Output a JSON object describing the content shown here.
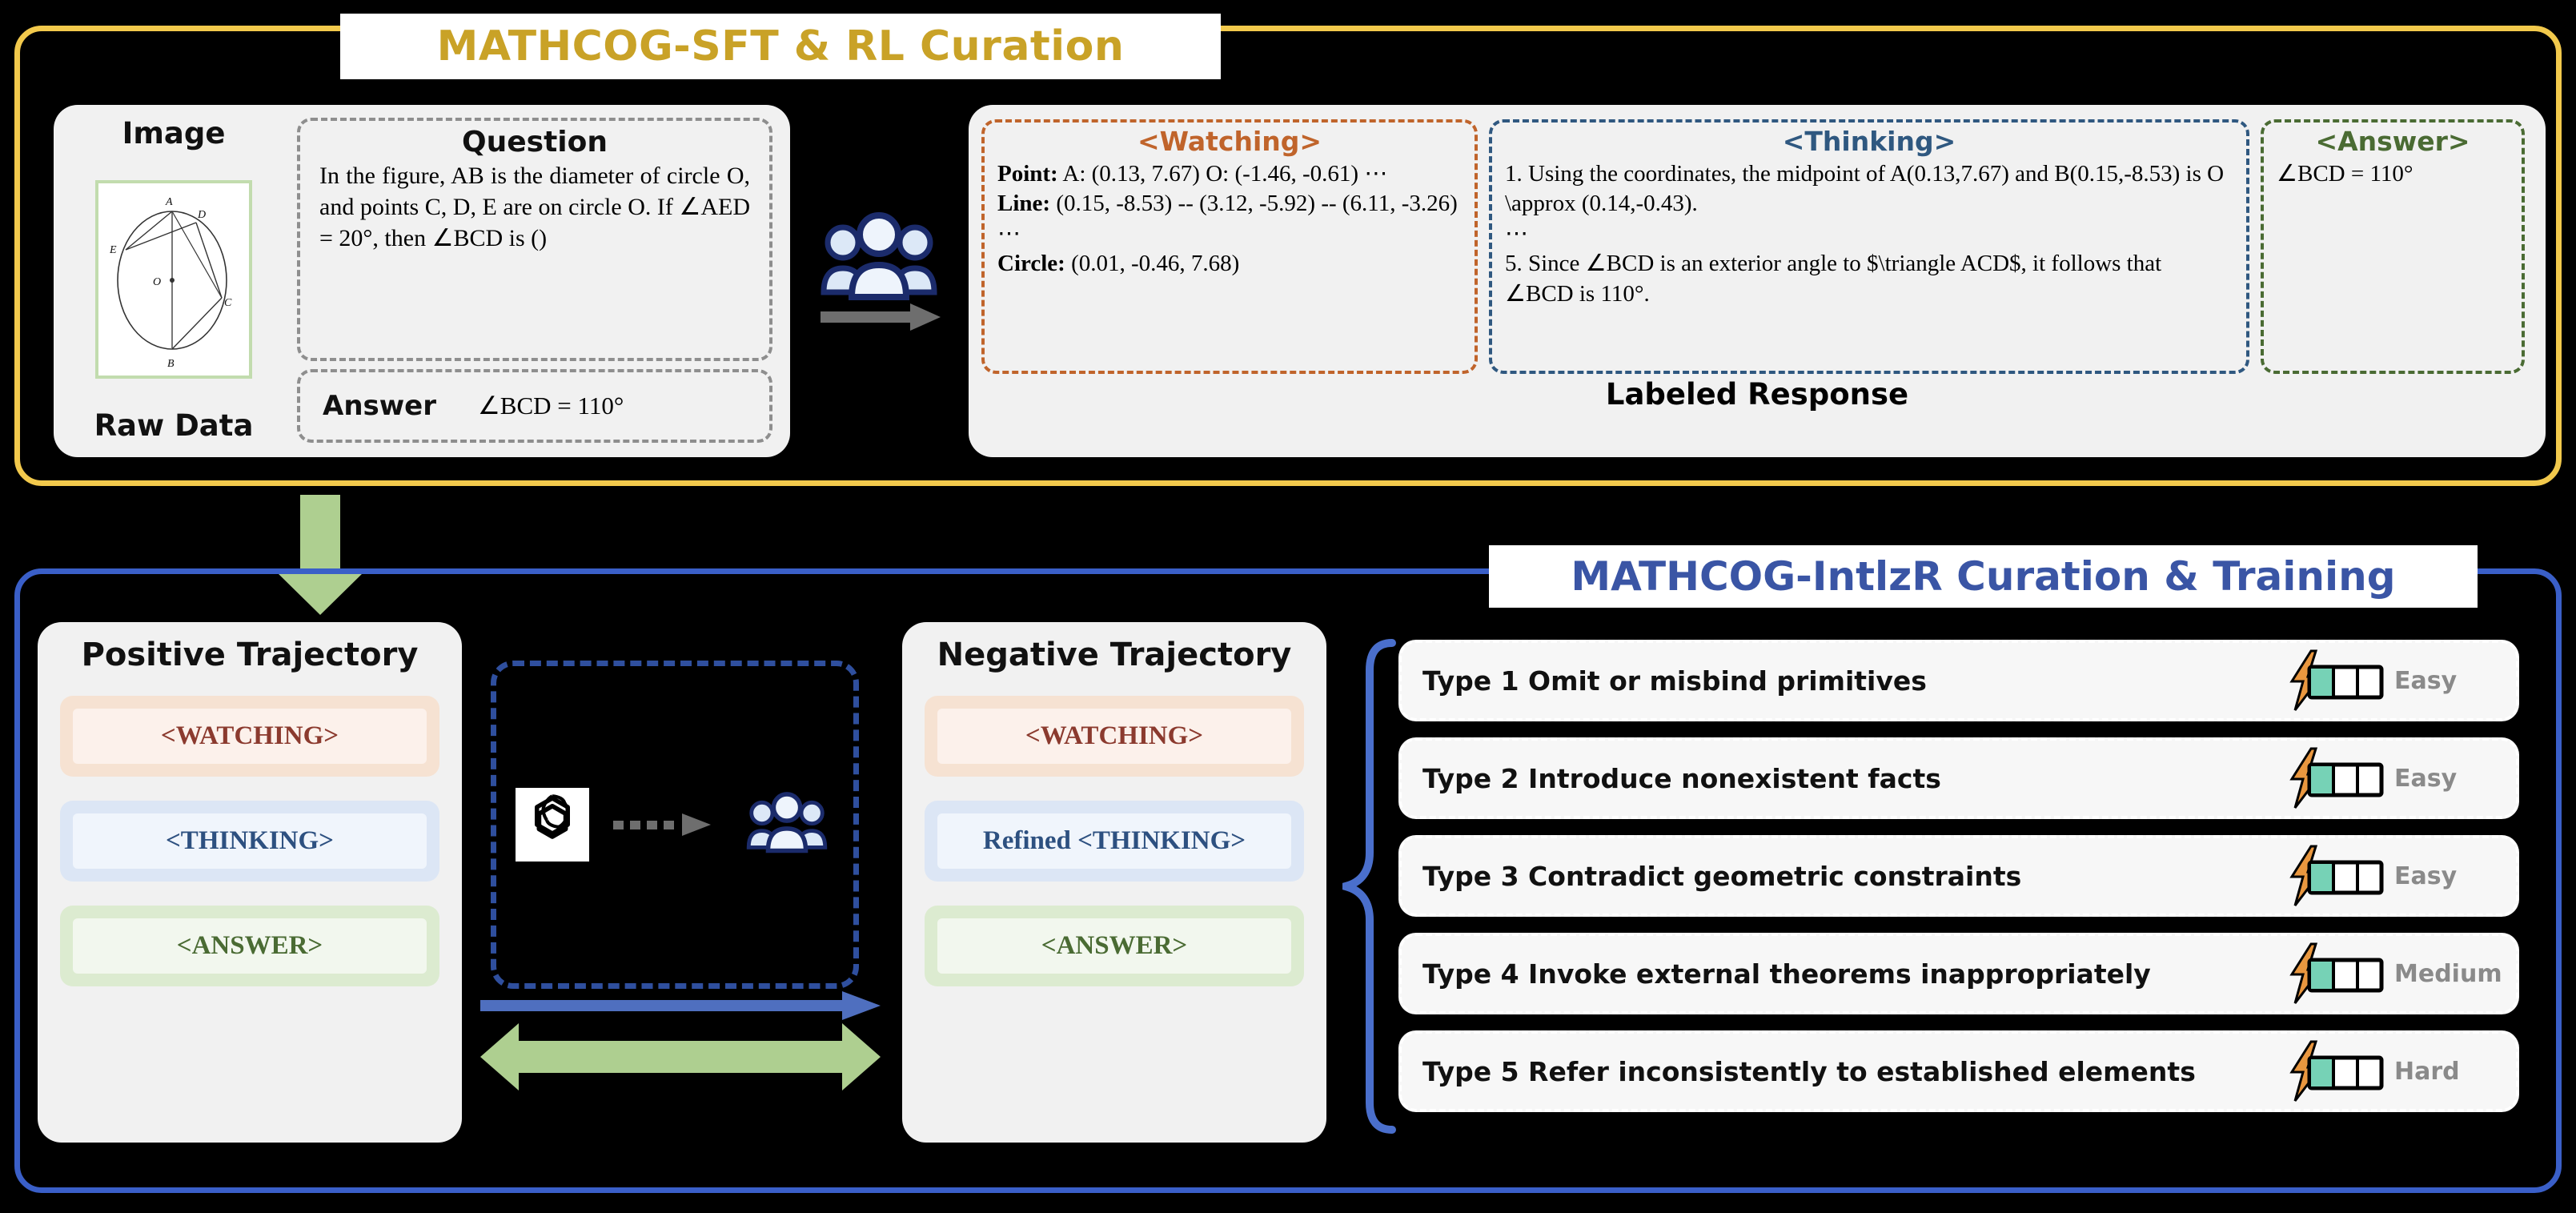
{
  "top": {
    "title": "MATHCOG-SFT & RL Curation",
    "title_parts": {
      "caps": "M",
      "small": "ATH",
      "caps2": "COG",
      "rest": "-SFT & RL Curation"
    },
    "raw_data": {
      "image_label": "Image",
      "caption": "Raw Data",
      "figure_points": [
        "A",
        "D",
        "E",
        "O",
        "C",
        "B"
      ]
    },
    "question": {
      "title": "Question",
      "body": "In the figure, AB is the diameter of circle O, and points C, D, E are on circle O. If ∠AED = 20°, then ∠BCD is ()",
      "answer_label": "Answer",
      "answer_value": "∠BCD = 110°"
    },
    "response": {
      "watching": {
        "title": "<Watching>",
        "point_label": "Point:",
        "point_value": "A: (0.13, 7.67)  O: (-1.46, -0.61) ⋯",
        "line_label": "Line:",
        "line_value": "(0.15, -8.53) -- (3.12, -5.92) -- (6.11, -3.26) ⋯",
        "circle_label": "Circle:",
        "circle_value": "(0.01, -0.46, 7.68)"
      },
      "thinking": {
        "title": "<Thinking>",
        "step1": "1. Using the coordinates, the midpoint of A(0.13,7.67) and B(0.15,-8.53) is O \\approx (0.14,-0.43).",
        "ellipsis": "⋯",
        "step5": "5. Since ∠BCD is an exterior angle to $\\triangle ACD$, it follows that ∠BCD is 110°."
      },
      "answer": {
        "title": "<Answer>",
        "value": "∠BCD = 110°"
      },
      "caption": "Labeled Response"
    }
  },
  "bottom": {
    "title": "MATHCOG-IntlzR Curation & Training",
    "positive": {
      "title": "Positive Trajectory",
      "tags": [
        "<WATCHING>",
        "<THINKING>",
        "<ANSWER>"
      ]
    },
    "negative": {
      "title": "Negative Trajectory",
      "tags": [
        "<WATCHING>",
        "Refined <THINKING>",
        "<ANSWER>"
      ]
    },
    "middle": {
      "model_icon": "openai-logo-icon",
      "people_icon": "people-group-icon"
    },
    "types": [
      {
        "label": "Type 1 Omit or misbind primitives",
        "difficulty": "Easy",
        "filled": 1
      },
      {
        "label": "Type 2 Introduce nonexistent facts",
        "difficulty": "Easy",
        "filled": 1
      },
      {
        "label": "Type 3 Contradict geometric constraints",
        "difficulty": "Easy",
        "filled": 1
      },
      {
        "label": "Type 4 Invoke external theorems inappropriately",
        "difficulty": "Medium",
        "filled": 1
      },
      {
        "label": "Type 5 Refer inconsistently to established elements",
        "difficulty": "Hard",
        "filled": 1
      }
    ]
  },
  "colors": {
    "top_border": "#F2C94C",
    "top_title_text": "#C9A227",
    "bottom_border": "#3A5FC8",
    "bottom_title_text": "#3A55A5",
    "watching": "#C0642B",
    "thinking": "#2F5880",
    "answer": "#4A6B33",
    "meter_fill": "#76D2B6",
    "bolt": "#E9973F",
    "green_arrow": "#AECF90",
    "blue_arrow": "#4F6FBF"
  }
}
